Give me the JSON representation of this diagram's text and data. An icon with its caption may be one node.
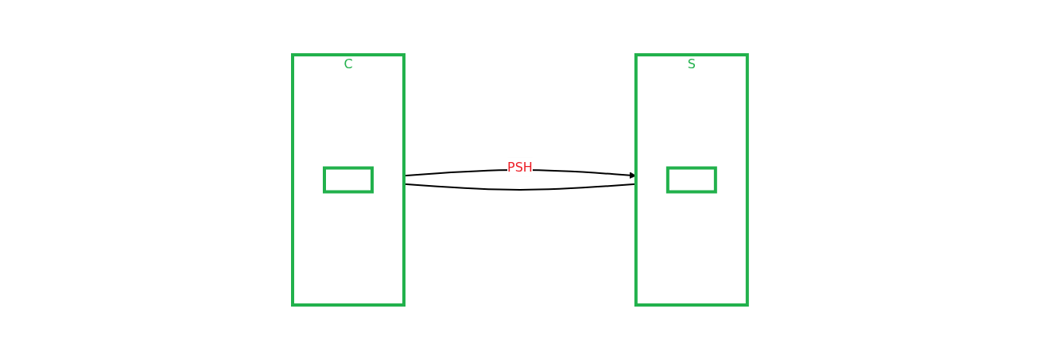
{
  "diagram": {
    "nodes": [
      {
        "text": [
          "C"
        ]
      },
      {
        "text": [],
        "shape": "box",
        "in": 0
      },
      {
        "text": [
          "S"
        ]
      },
      {
        "text": [],
        "shape": "box",
        "in": 2
      }
    ],
    "edges": [
      {
        "from": 0,
        "to": 2,
        "arrow": "to",
        "label": "PSH"
      },
      {
        "from": 2,
        "to": 0,
        "arrow": "none"
      }
    ]
  }
}
